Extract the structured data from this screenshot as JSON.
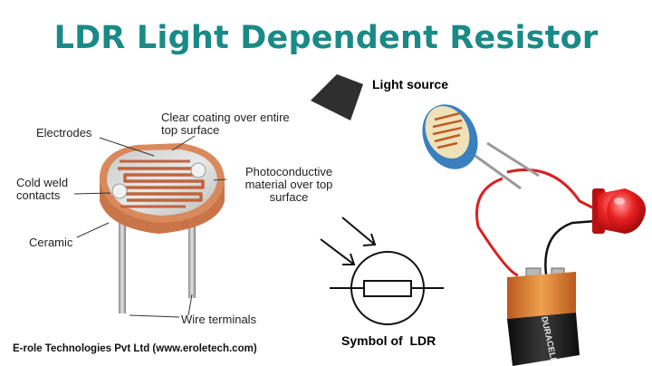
{
  "title": "LDR Light Dependent Resistor",
  "labels": {
    "electrodes": "Electrodes",
    "clear_coating": "Clear coating over entire top surface",
    "cold_weld": "Cold weld contacts",
    "photoconductive": "Photoconductive material over top surface",
    "ceramic": "Ceramic",
    "wire_terminals": "Wire terminals",
    "light_source": "Light source",
    "symbol": "Symbol of  LDR"
  },
  "battery_brand": "DURACELL",
  "footer": "E-role Technologies Pvt Ltd (www.eroletech.com)",
  "colors": {
    "title": "#1a8a86",
    "ceramic": "#d88a5c",
    "electrode": "#c0643c",
    "ldr_blue": "#3a7fc0",
    "led_red": "#e01818",
    "wire_red": "#d82020",
    "battery_copper": "#d97b32"
  }
}
